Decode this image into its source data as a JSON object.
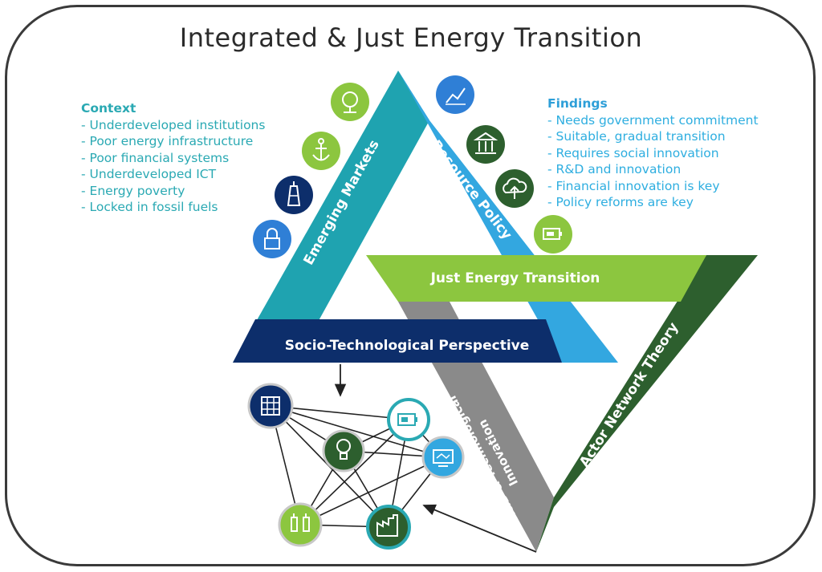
{
  "title": "Integrated & Just Energy Transition",
  "context": {
    "heading": "Context",
    "items": [
      "Underdeveloped institutions",
      "Poor energy infrastructure",
      "Poor financial systems",
      "Underdeveloped ICT",
      "Energy poverty",
      "Locked in fossil fuels"
    ]
  },
  "findings": {
    "heading": "Findings",
    "items": [
      "Needs government commitment",
      "Suitable, gradual transition",
      "Requires social innovation",
      "R&D and innovation",
      "Financial innovation is key",
      "Policy reforms are key"
    ]
  },
  "bands": {
    "emerging_markets": "Emerging Markets",
    "resource_policy": "Resource Policy",
    "just_energy_transition": "Just Energy Transition",
    "socio_technological": "Socio-Technological Perspective",
    "actor_network": "Actor Network Theory",
    "rd_line1": "R&D & Technological",
    "rd_line2": "Innovation"
  },
  "colors": {
    "teal": "#1fa3b0",
    "light_blue": "#33a7e0",
    "light_green": "#8cc63f",
    "dark_green": "#2d5f2e",
    "navy": "#0d2e6b",
    "gray": "#8a8a8a"
  },
  "icons": {
    "left_arc": [
      "globe-icon",
      "anchor-icon",
      "lighthouse-icon",
      "lock-icon"
    ],
    "right_arc": [
      "chart-icon",
      "bank-icon",
      "cloud-upload-icon",
      "battery-icon"
    ],
    "network": [
      "grid-panel-icon",
      "battery-icon",
      "lightbulb-icon",
      "monitor-icon",
      "plug-icon",
      "factory-icon"
    ]
  }
}
